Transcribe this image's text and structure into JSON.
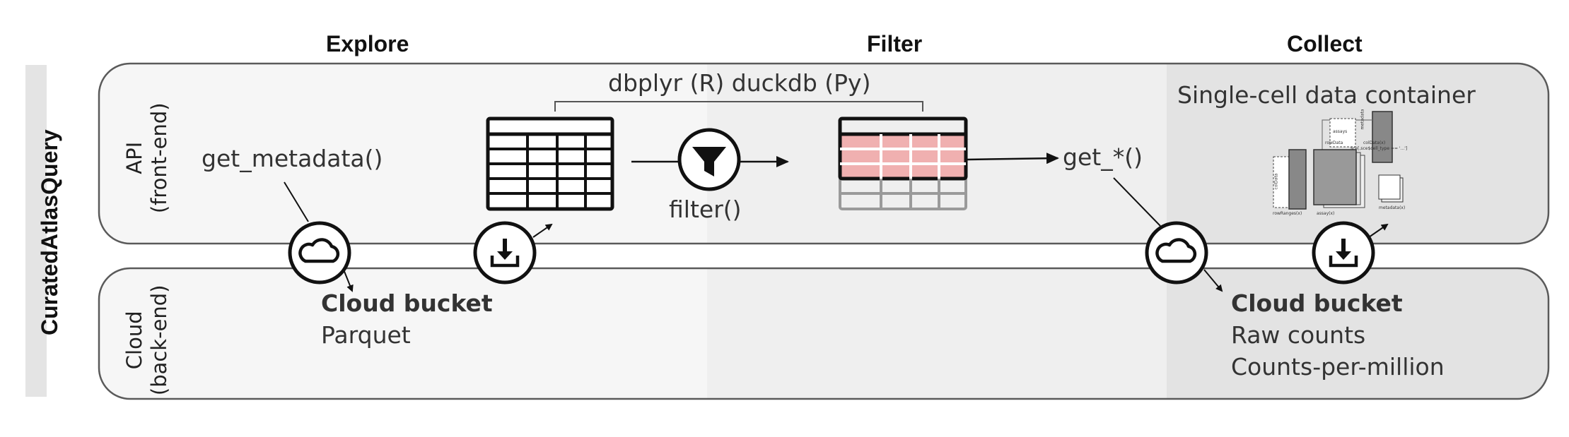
{
  "stages": {
    "explore": "Explore",
    "filter": "Filter",
    "collect": "Collect"
  },
  "side_title": "CuratedAtlasQuery",
  "rows": {
    "api": {
      "line1": "API",
      "line2": "(front-end)"
    },
    "cloud": {
      "line1": "Cloud",
      "line2": "(back-end)"
    }
  },
  "functions": {
    "get_metadata": "get_metadata()",
    "filter": "filter()",
    "get_star": "get_*()",
    "bracket": "dbplyr (R) duckdb (Py)"
  },
  "container_title": "Single-cell data container",
  "container_labels": {
    "assays": "assays",
    "rowData": "rowData",
    "colData": "colData",
    "metadata": "metadata",
    "rowRanges": "rowRanges(x)",
    "colData_fn": "colData(x)",
    "assay_fn": "assay(x)",
    "metadata_fn": "metadata(x)",
    "snippet": "sce[,sce$cell_type == '...']"
  },
  "buckets": {
    "left": {
      "title": "Cloud bucket",
      "lines": [
        "Parquet"
      ]
    },
    "right": {
      "title": "Cloud bucket",
      "lines": [
        "Raw counts",
        "Counts-per-million"
      ]
    }
  },
  "colors": {
    "panel_border": "#5a5a5a",
    "shade_light": "#f6f6f6",
    "shade_mid": "#efefef",
    "shade_dark": "#e3e3e3",
    "highlight_rows": "#f0b0b0",
    "table_line": "#111111"
  },
  "icons": [
    "cloud-icon",
    "download-icon",
    "funnel-icon",
    "arrow-icon"
  ]
}
